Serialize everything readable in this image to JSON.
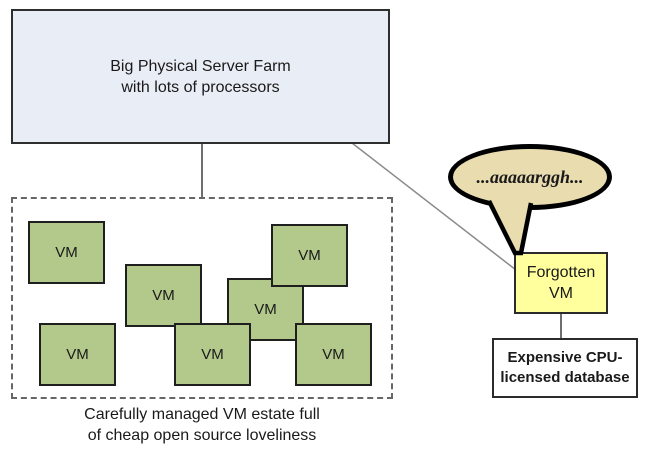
{
  "server_farm": {
    "line1": "Big Physical Server Farm",
    "line2": "with lots of processors"
  },
  "estate": {
    "vm_label": "VM",
    "caption_line1": "Carefully managed VM estate full",
    "caption_line2": "of cheap open source loveliness"
  },
  "bubble": {
    "text": "...aaaaarggh..."
  },
  "forgotten_vm": {
    "line1": "Forgotten",
    "line2": "VM"
  },
  "database": {
    "line1": "Expensive CPU-",
    "line2": "licensed database"
  },
  "colors": {
    "server_farm_fill": "#e9edf5",
    "vm_fill": "#b3c98b",
    "bubble_fill": "#e9ddb0",
    "forgotten_vm_fill": "#ffff9e",
    "database_fill": "#ffffff",
    "box_border": "#1f1f1f",
    "estate_dashed_border": "#666666",
    "connector_gray": "#7a7a7a",
    "bubble_border": "#000000"
  }
}
